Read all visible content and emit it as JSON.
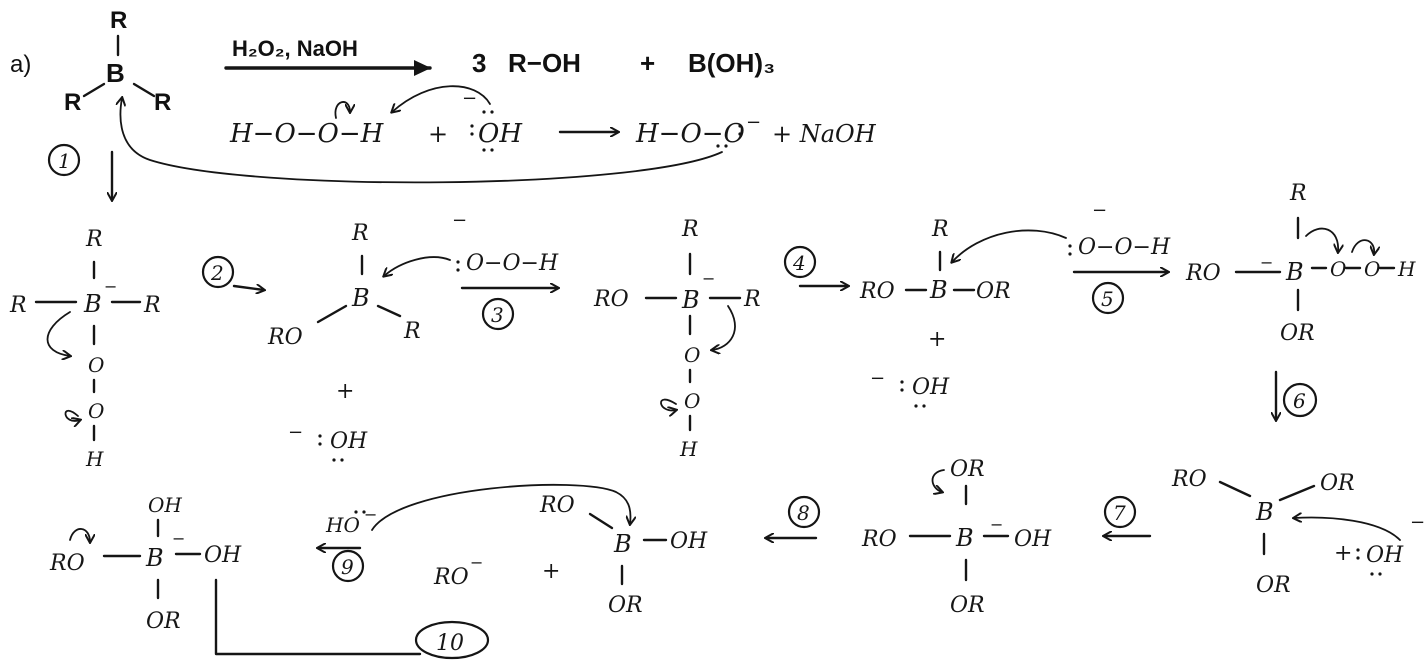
{
  "part_label": "a)",
  "reagents": "H₂O₂, NaOH",
  "overall": {
    "coef": "3",
    "product1": "R−OH",
    "plus": "+",
    "product2": "B(OH)₃"
  },
  "deprotonation": {
    "hooh": "H−O−O−H",
    "plus1": "+",
    "hydroxide": "OH",
    "hoo_anion": "H−O−O",
    "plus2": "+ NaOH"
  },
  "steps": {
    "s1": "1",
    "s2": "2",
    "s3": "3",
    "s4": "4",
    "s5": "5",
    "s6": "6",
    "s7": "7",
    "s8": "8",
    "s9": "9",
    "s10": "10"
  },
  "atoms": {
    "R": "R",
    "B": "B",
    "O": "O",
    "H": "H",
    "RO": "RO",
    "OR": "OR",
    "OH": "OH",
    "plus": "+",
    "minus": "−",
    "hoo": "O−O−H",
    "ho_anion": "HO",
    "ro_anion": "RO"
  }
}
